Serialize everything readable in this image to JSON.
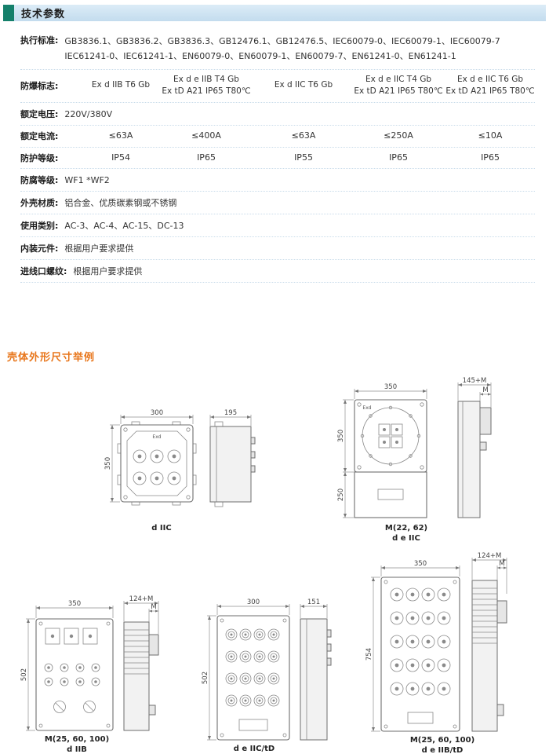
{
  "colors": {
    "header_bar": "#c3dcee",
    "header_accent": "#15806b",
    "section_title_orange": "#e8761b",
    "body_text": "#333333"
  },
  "header": {
    "title": "技术参数"
  },
  "specs": {
    "standards": {
      "label": "执行标准:",
      "line1": "GB3836.1、GB3836.2、GB3836.3、GB12476.1、GB12476.5、IEC60079-0、IEC60079-1、IEC60079-7",
      "line2": "IEC61241-0、IEC61241-1、EN60079-0、EN60079-1、EN60079-7、EN61241-0、EN61241-1"
    },
    "marks": {
      "label": "防爆标志:",
      "cols": [
        {
          "l1": "Ex d IIB T6 Gb"
        },
        {
          "l1": "Ex d e IIB T4 Gb",
          "l2": "Ex tD A21 IP65 T80℃"
        },
        {
          "l1": "Ex d IIC T6 Gb"
        },
        {
          "l1": "Ex d e IIC T4 Gb",
          "l2": "Ex tD A21 IP65 T80℃"
        },
        {
          "l1": "Ex d e IIC T6 Gb",
          "l2": "Ex tD A21 IP65 T80℃"
        }
      ]
    },
    "voltage": {
      "label": "额定电压:",
      "value": "220V/380V"
    },
    "current": {
      "label": "额定电流:",
      "cols": [
        "≤63A",
        "≤400A",
        "≤63A",
        "≤250A",
        "≤10A"
      ]
    },
    "protection": {
      "label": "防护等级:",
      "cols": [
        "IP54",
        "IP65",
        "IP55",
        "IP65",
        "IP65"
      ]
    },
    "anticorrosion": {
      "label": "防腐等级:",
      "value": "WF1 *WF2"
    },
    "material": {
      "label": "外壳材质:",
      "value": "铝合金、优质碳素钢或不锈钢"
    },
    "category": {
      "label": "使用类别:",
      "value": "AC-3、AC-4、AC-15、DC-13"
    },
    "components": {
      "label": "内装元件:",
      "value": "根据用户要求提供"
    },
    "thread": {
      "label": "进线口螺纹:",
      "value": "根据用户要求提供"
    }
  },
  "drawings": {
    "section_title": "壳体外形尺寸举例",
    "d_iic": {
      "caption": "d IIC",
      "front_w": "300",
      "front_h": "350",
      "side_w": "195",
      "panel_label": "Exd"
    },
    "de_iic": {
      "caption_line1": "M(22, 62)",
      "caption_line2": "d e IIC",
      "front_w": "350",
      "front_h_top": "350",
      "front_h_bottom": "250",
      "side_w": "145+M",
      "side_m": "M",
      "panel_label": "Exd"
    },
    "d_iib": {
      "caption_line1": "M(25, 60, 100)",
      "caption_line2": "d IIB",
      "front_w": "350",
      "front_h": "502",
      "side_w": "124+M",
      "side_m": "M"
    },
    "de_iic_td": {
      "caption": "d e IIC/tD",
      "front_w": "300",
      "front_h": "502",
      "side_w": "151"
    },
    "de_iib_td": {
      "caption_line1": "M(25, 60, 100)",
      "caption_line2": "d e IIB/tD",
      "front_w": "350",
      "front_h": "754",
      "side_w": "124+M",
      "side_m": "M"
    }
  }
}
